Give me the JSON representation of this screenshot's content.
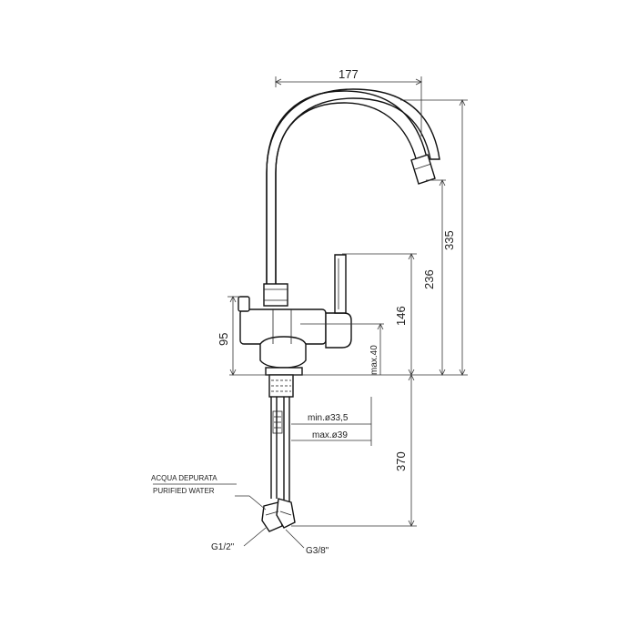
{
  "dimensions": {
    "width_177": "177",
    "height_335": "335",
    "height_236": "236",
    "height_146": "146",
    "height_95": "95",
    "max_40": "max.40",
    "min_dia": "min.ø33,5",
    "max_dia": "max.ø39",
    "length_370": "370"
  },
  "labels": {
    "purified_it": "ACQUA DEPURATA",
    "purified_en": "PURIFIED WATER",
    "thread_main": "G1/2\"",
    "thread_filter": "G3/8\""
  }
}
